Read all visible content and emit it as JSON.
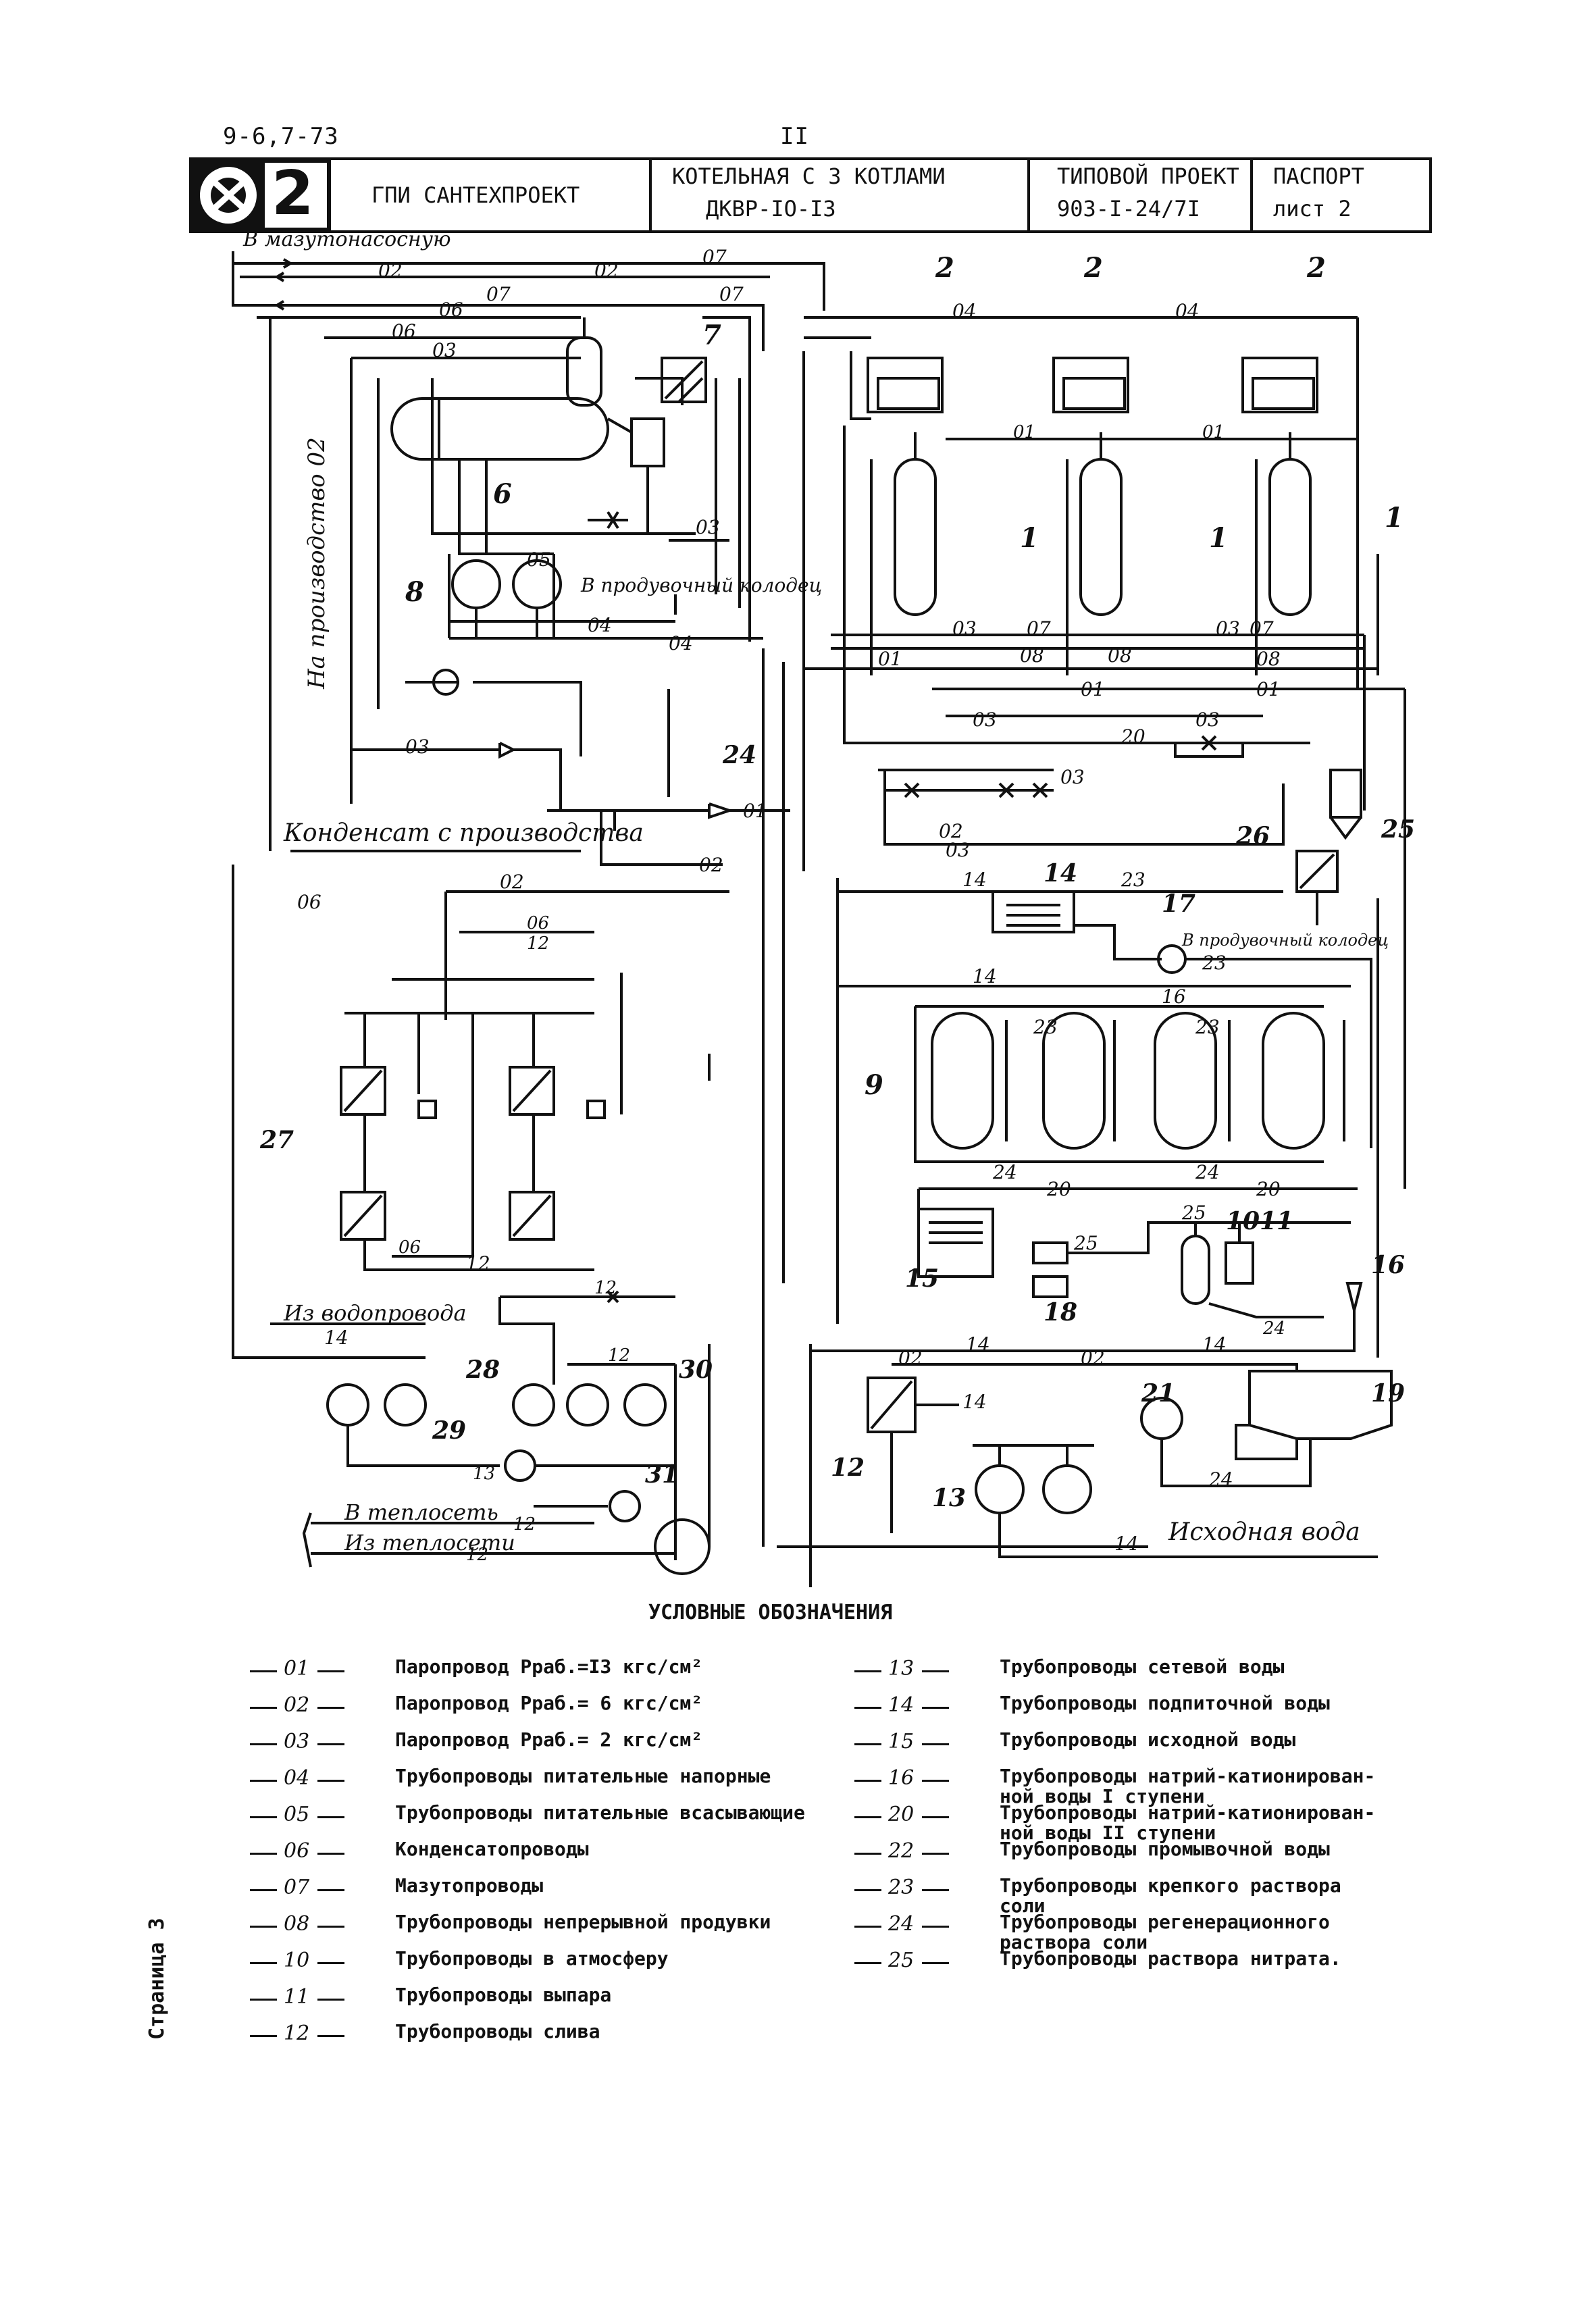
{
  "header": {
    "doc_code": "9-6,7-73",
    "page_number_roman": "II",
    "sheet_big_number": "2",
    "organization": "ГПИ САНТЕХПРОЕКТ",
    "title_line1": "КОТЕЛЬНАЯ С 3  КОТЛАМИ",
    "title_line2": "ДКВР-IO-I3",
    "project_line1": "ТИПОВОЙ ПРОЕКТ",
    "project_line2": "903-I-24/7I",
    "passport_line1": "ПАСПОРТ",
    "passport_line2": "лист 2"
  },
  "diagram": {
    "text_labels": {
      "to_fuel_pump": "В мазутонасосную",
      "to_production": "На производство 02",
      "condensate_from_production": "Конденсат с производства",
      "blowdown_well_1": "В продувочный колодец",
      "blowdown_well_2": "В продувочный колодец",
      "from_water_supply": "Из водопровода",
      "to_heat_network": "В теплосеть",
      "from_heat_network": "Из теплосети",
      "source_water": "Исходная вода"
    },
    "equipment_numbers": [
      "1",
      "2",
      "6",
      "7",
      "8",
      "9",
      "10",
      "11",
      "12",
      "13",
      "14",
      "15",
      "16",
      "17",
      "18",
      "19",
      "21",
      "24",
      "25",
      "26",
      "27",
      "28",
      "29",
      "30",
      "31"
    ],
    "pipe_codes": [
      "01",
      "02",
      "03",
      "04",
      "05",
      "06",
      "07",
      "08",
      "10",
      "11",
      "12",
      "13",
      "14",
      "15",
      "16",
      "20",
      "22",
      "23",
      "24",
      "25"
    ]
  },
  "legend": {
    "title": "УСЛОВНЫЕ ОБОЗНАЧЕНИЯ",
    "left": [
      {
        "code": "01",
        "text": "Паропровод Рраб.=I3 кгс/см²"
      },
      {
        "code": "02",
        "text": "Паропровод Рраб.= 6 кгс/см²"
      },
      {
        "code": "03",
        "text": "Паропровод Рраб.= 2 кгс/см²"
      },
      {
        "code": "04",
        "text": "Трубопроводы питательные напорные"
      },
      {
        "code": "05",
        "text": "Трубопроводы питательные всасывающие"
      },
      {
        "code": "06",
        "text": "Конденсатопроводы"
      },
      {
        "code": "07",
        "text": "Мазутопроводы"
      },
      {
        "code": "08",
        "text": "Трубопроводы непрерывной продувки"
      },
      {
        "code": "10",
        "text": "Трубопроводы в атмосферу"
      },
      {
        "code": "11",
        "text": "Трубопроводы выпара"
      },
      {
        "code": "12",
        "text": "Трубопроводы слива"
      }
    ],
    "right": [
      {
        "code": "13",
        "text": "Трубопроводы сетевой воды"
      },
      {
        "code": "14",
        "text": "Трубопроводы подпиточной воды"
      },
      {
        "code": "15",
        "text": "Трубопроводы исходной воды"
      },
      {
        "code": "16",
        "text": "Трубопроводы натрий-катионирован-\nной воды I ступени"
      },
      {
        "code": "20",
        "text": "Трубопроводы натрий-катионирован-\nной воды II ступени"
      },
      {
        "code": "22",
        "text": "Трубопроводы промывочной воды"
      },
      {
        "code": "23",
        "text": "Трубопроводы крепкого раствора\nсоли"
      },
      {
        "code": "24",
        "text": "Трубопроводы регенерационного\nраствора соли"
      },
      {
        "code": "25",
        "text": "Трубопроводы раствора нитрата."
      }
    ]
  },
  "side_note": "Страница 3"
}
